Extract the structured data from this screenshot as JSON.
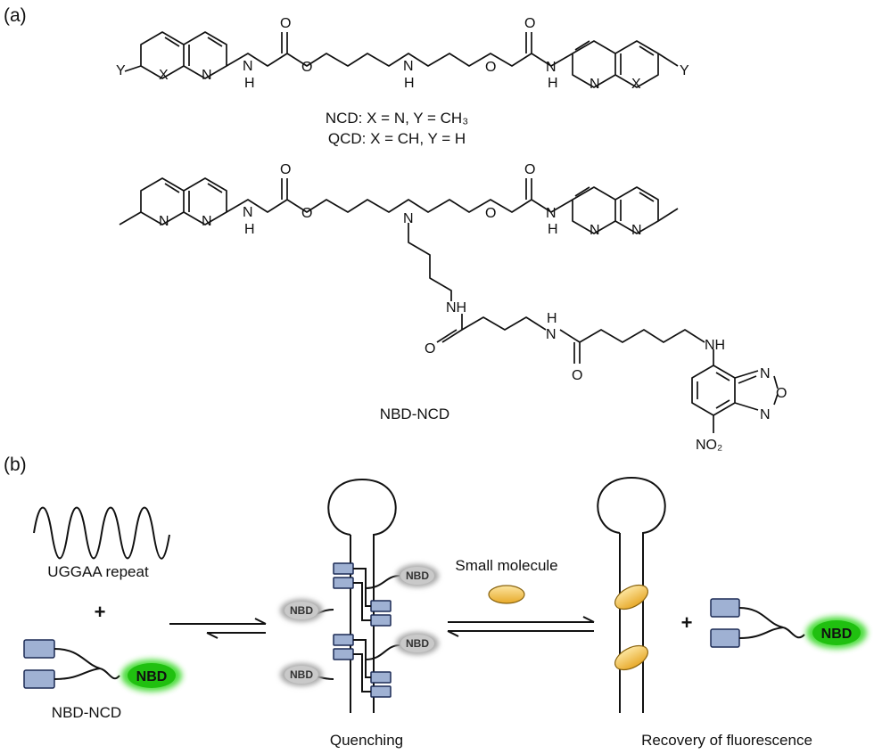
{
  "panel_a": {
    "label": "(a)",
    "structure_1": {
      "atoms": [
        "Y",
        "X",
        "N",
        "N",
        "H",
        "O",
        "O",
        "N",
        "H",
        "O",
        "O",
        "N",
        "H",
        "N",
        "X",
        "Y"
      ],
      "caption_line1": "NCD: X = N, Y = CH₃",
      "caption_line2": "QCD: X = CH, Y = H"
    },
    "structure_2": {
      "atoms": [
        "N",
        "N",
        "N",
        "H",
        "O",
        "O",
        "N",
        "O",
        "O",
        "N",
        "H",
        "N",
        "N",
        "NH",
        "O",
        "H",
        "N",
        "O",
        "NH",
        "N",
        "O",
        "N",
        "NO₂"
      ],
      "caption": "NBD-NCD"
    }
  },
  "panel_b": {
    "label": "(b)",
    "repeat_label": "UGGAA repeat",
    "plus": "+",
    "probe_label": "NBD-NCD",
    "nbd_tag": "NBD",
    "quenching_label": "Quenching",
    "small_molecule_label": "Small molecule",
    "recovery_label": "Recovery of fluorescence"
  },
  "colors": {
    "binder_box": "#9fb1d3",
    "nbd_glow_on": "#2fd61f",
    "nbd_glow_off": "#a9a9a9",
    "small_molecule": "#f2c24a"
  }
}
